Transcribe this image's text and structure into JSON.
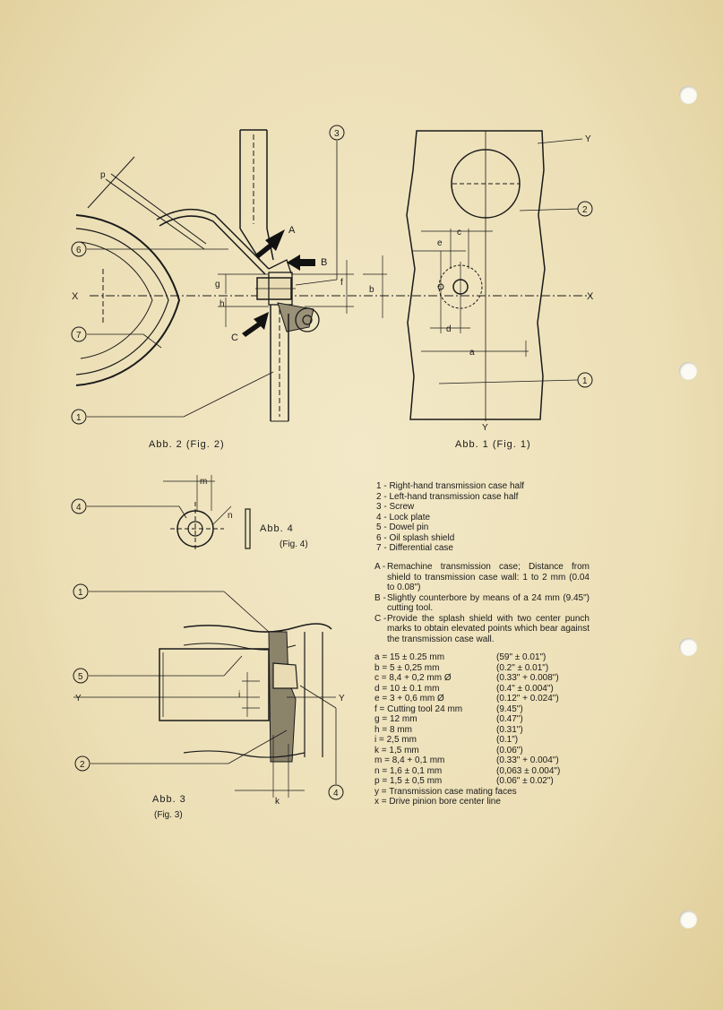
{
  "figures": {
    "fig1_caption": "Abb. 1  (Fig. 1)",
    "fig2_caption": "Abb. 2  (Fig. 2)",
    "fig3_caption_1": "Abb.  3",
    "fig3_caption_2": "(Fig. 3)",
    "fig4_caption_1": "Abb.  4",
    "fig4_caption_2": "(Fig. 4)"
  },
  "labels": {
    "X": "X",
    "Y": "Y",
    "A": "A",
    "B": "B",
    "C": "C",
    "a": "a",
    "b": "b",
    "c": "c",
    "d": "d",
    "e": "e",
    "f": "f",
    "g": "g",
    "h": "h",
    "i": "i",
    "k": "k",
    "m": "m",
    "n": "n",
    "p": "p",
    "c1": "1",
    "c2": "2",
    "c3": "3",
    "c4": "4",
    "c5": "5",
    "c6": "6",
    "c7": "7"
  },
  "legend": [
    "1 - Right-hand transmission case half",
    "2 - Left-hand transmission case half",
    "3 - Screw",
    "4 - Lock plate",
    "5 - Dowel pin",
    "6 - Oil splash shield",
    "7 - Differential case"
  ],
  "notes": [
    {
      "key": "A -",
      "text": "Remachine transmission case; Distance from shield to transmission case wall: 1 to 2 mm (0.04 to 0.08\")"
    },
    {
      "key": "B -",
      "text": "Slightly counterbore by means of a 24 mm (9.45\") cutting tool."
    },
    {
      "key": "C -",
      "text": "Provide the splash shield with two center punch marks to obtain elevated points which bear against the transmission case wall."
    }
  ],
  "specs": [
    {
      "v": "a =  15    ± 0.25 mm",
      "i": "(59\" ± 0.01\")"
    },
    {
      "v": "b =   5    ± 0,25 mm",
      "i": "(0.2\" ± 0.01\")"
    },
    {
      "v": "c =   8,4 + 0,2  mm Ø",
      "i": "(0.33\" + 0.008\")"
    },
    {
      "v": "d =  10    ± 0.1  mm",
      "i": "(0.4\" ± 0.004\")"
    },
    {
      "v": "e =   3    + 0,6  mm Ø",
      "i": "(0.12\" + 0.024\")"
    },
    {
      "v": "f = Cutting tool 24 mm",
      "i": "(9.45\")"
    },
    {
      "v": "g =  12   mm",
      "i": "(0.47\")"
    },
    {
      "v": "h =   8   mm",
      "i": "(0.31\")"
    },
    {
      "v": "i =   2,5 mm",
      "i": "(0.1\")"
    },
    {
      "v": "k =   1,5 mm",
      "i": "(0.06\")"
    },
    {
      "v": "m = 8,4 + 0,1 mm",
      "i": "(0.33\" + 0.004\")"
    },
    {
      "v": "n = 1,6 ± 0,1 mm",
      "i": "(0,063 ± 0.004\")"
    },
    {
      "v": "p = 1,5 ± 0,5 mm",
      "i": "(0.06\" ± 0.02\")"
    }
  ],
  "spec_footer": [
    "y = Transmission case mating faces",
    "x = Drive pinion bore center line"
  ]
}
